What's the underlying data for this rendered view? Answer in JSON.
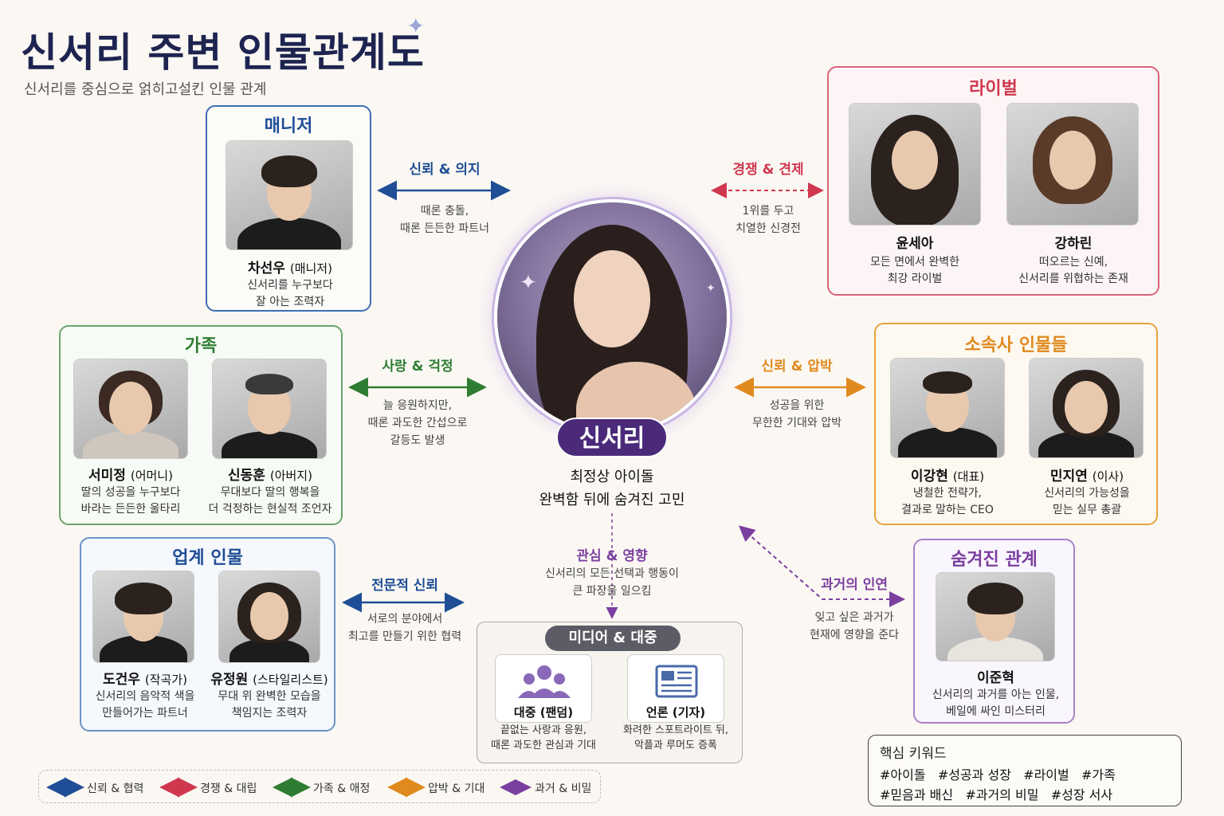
{
  "header": {
    "title": "신서리 주변 인물관계도",
    "subtitle": "신서리를 중심으로 얽히고설킨 인물 관계"
  },
  "center": {
    "name": "신서리",
    "desc_line1": "최정상 아이돌",
    "desc_line2": "완벽함 뒤에 숨겨진 고민"
  },
  "groups": {
    "manager": {
      "title": "매니저",
      "people": [
        {
          "name": "차선우",
          "role": "(매니저)",
          "desc1": "신서리를 누구보다",
          "desc2": "잘 아는 조력자"
        }
      ]
    },
    "rival": {
      "title": "라이벌",
      "people": [
        {
          "name": "윤세아",
          "role": "",
          "desc1": "모든 면에서 완벽한",
          "desc2": "최강 라이벌"
        },
        {
          "name": "강하린",
          "role": "",
          "desc1": "떠오르는 신예,",
          "desc2": "신서리를 위협하는 존재"
        }
      ]
    },
    "family": {
      "title": "가족",
      "people": [
        {
          "name": "서미정",
          "role": "(어머니)",
          "desc1": "딸의 성공을 누구보다",
          "desc2": "바라는 든든한 울타리"
        },
        {
          "name": "신동훈",
          "role": "(아버지)",
          "desc1": "무대보다 딸의 행복을",
          "desc2": "더 걱정하는 현실적 조언자"
        }
      ]
    },
    "agency": {
      "title": "소속사 인물들",
      "people": [
        {
          "name": "이강현",
          "role": "(대표)",
          "desc1": "냉철한 전략가,",
          "desc2": "결과로 말하는 CEO"
        },
        {
          "name": "민지연",
          "role": "(이사)",
          "desc1": "신서리의 가능성을",
          "desc2": "믿는 실무 총괄"
        }
      ]
    },
    "industry": {
      "title": "업계 인물",
      "people": [
        {
          "name": "도건우",
          "role": "(작곡가)",
          "desc1": "신서리의 음악적 색을",
          "desc2": "만들어가는 파트너"
        },
        {
          "name": "유정원",
          "role": "(스타일리스트)",
          "desc1": "무대 위 완벽한 모습을",
          "desc2": "책임지는 조력자"
        }
      ]
    },
    "hidden": {
      "title": "숨겨진 관계",
      "people": [
        {
          "name": "이준혁",
          "role": "",
          "desc1": "신서리의 과거를 아는 인물,",
          "desc2": "베일에 싸인 미스터리"
        }
      ]
    }
  },
  "relations": {
    "manager": {
      "label": "신뢰 & 의지",
      "desc1": "때론 충돌,",
      "desc2": "때론 든든한 파트너",
      "color": "#1f4e96"
    },
    "rival": {
      "label": "경쟁 & 견제",
      "desc1": "1위를 두고",
      "desc2": "치열한 신경전",
      "color": "#d0374f"
    },
    "family": {
      "label": "사랑 & 걱정",
      "desc1": "늘 응원하지만,",
      "desc2": "때론 과도한 간섭으로",
      "desc3": "갈등도 발생",
      "color": "#2e7d32"
    },
    "agency": {
      "label": "신뢰 & 압박",
      "desc1": "성공을 위한",
      "desc2": "무한한 기대와 압박",
      "color": "#e08a1e"
    },
    "industry": {
      "label": "전문적 신뢰",
      "desc1": "서로의 분야에서",
      "desc2": "최고를 만들기 위한 협력",
      "color": "#1f4e96"
    },
    "media": {
      "label": "관심 & 영향",
      "desc1": "신서리의 모든 선택과 행동이",
      "desc2": "큰 파장을 일으킴",
      "color": "#7b3fa0"
    },
    "hidden": {
      "label": "과거의 인연",
      "desc1": "잊고 싶은 과거가",
      "desc2": "현재에 영향을 준다",
      "color": "#7b3fa0"
    }
  },
  "media": {
    "title": "미디어 & 대중",
    "items": [
      {
        "name": "대중 (팬덤)",
        "desc1": "끝없는 사랑과 응원,",
        "desc2": "때론 과도한 관심과 기대",
        "icon": "people-icon"
      },
      {
        "name": "언론 (기자)",
        "desc1": "화려한 스포트라이트 뒤,",
        "desc2": "악플과 루머도 증폭",
        "icon": "newspaper-icon"
      }
    ]
  },
  "legend": [
    {
      "label": "신뢰 & 협력",
      "color": "#1f4e96"
    },
    {
      "label": "경쟁 & 대립",
      "color": "#d0374f"
    },
    {
      "label": "가족 & 애정",
      "color": "#2e7d32"
    },
    {
      "label": "압박 & 기대",
      "color": "#e08a1e"
    },
    {
      "label": "과거 & 비밀",
      "color": "#7b3fa0"
    }
  ],
  "keywords": {
    "title": "핵심 키워드",
    "line1": "#아이돌   #성공과 성장   #라이벌   #가족",
    "line2": "#믿음과 배신   #과거의 비밀   #성장 서사"
  }
}
